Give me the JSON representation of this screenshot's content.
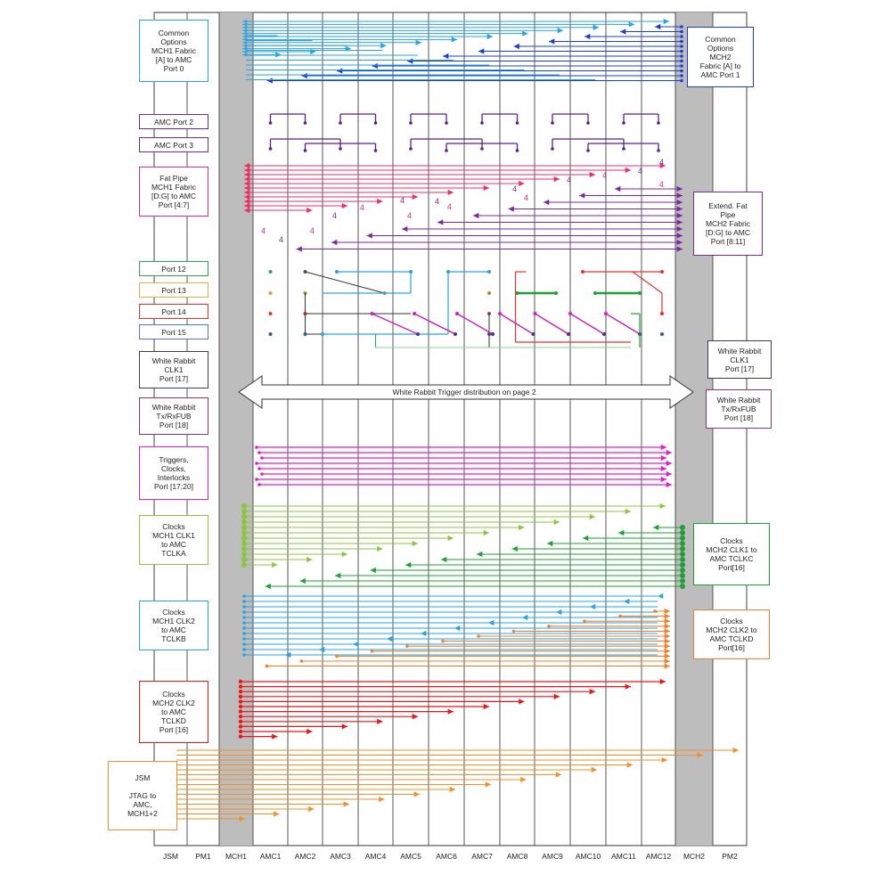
{
  "slots": [
    "JSM",
    "PM1",
    "MCH1",
    "AMC1",
    "AMC2",
    "AMC3",
    "AMC4",
    "AMC5",
    "AMC6",
    "AMC7",
    "AMC8",
    "AMC9",
    "AMC10",
    "AMC11",
    "AMC12",
    "MCH2",
    "PM2"
  ],
  "left_labels": {
    "common_options": "Common\nOptions\nMCH1 Fabric\n[A] to AMC\nPort 0",
    "amc_port_2": "AMC Port 2",
    "amc_port_3": "AMC Port 3",
    "fat_pipe": "Fat Pipe\nMCH1 Fabric\n[D:G] to AMC\nPort [4:7]",
    "port_12": "Port 12",
    "port_13": "Port 13",
    "port_14": "Port 14",
    "port_15": "Port 15",
    "wr_clk1": "White Rabbit\nCLK1\nPort [17]",
    "wr_txrx": "White Rabbit\nTx/RxFUB\nPort [18]",
    "triggers": "Triggers,\nClocks,\nInterlocks\nPort [17:20]",
    "clocks_tclka": "Clocks\nMCH1 CLK1\nto AMC\nTCLKA",
    "clocks_tclkb": "Clocks\nMCH1 CLK2\nto AMC\nTCLKB",
    "clocks_tclkd": "Clocks\nMCH2 CLK2\nto AMC\nTCLKD\nPort [16]",
    "jsm": "JSM\n\nJTAG to\nAMC,\nMCH1+2"
  },
  "right_labels": {
    "common_options": "Common\nOptions\nMCH2\nFabric [A] to\nAMC Port 1",
    "extend_fat_pipe": "Extend. Fat\nPipe\nMCH2 Fabric\n[D:G] to AMC\nPort [8:11]",
    "wr_clk1": "White Rabbit\nCLK1\nPort [17]",
    "wr_txrx": "White Rabbit\nTx/RxFUB\nPort [18]",
    "clocks_tclkc": "Clocks\nMCH2 CLK1 to\nAMC TCLKC\nPort[16]",
    "clocks_tclkd": "Clocks\nMCH2 CLK2 to\nAMC TCLKD\nPort[16]"
  },
  "wr_trigger_text": "White Rabbit Trigger distribution on page 2",
  "fat_pipe_mark": "4",
  "colors": {
    "common": "#2aa3e0",
    "common_mch2": "#1a3fd0",
    "port_2_3": "#5a1e8c",
    "fat_pipe": "#e8306a",
    "fat_pipe_mch2": "#7a2aa0",
    "port_12": "#2aa35a",
    "port_13": "#d8a030",
    "port_14": "#e83030",
    "port_15": "#2a5a9a",
    "wr": "#6a2a3a",
    "triggers": "#e020d0",
    "tclka": "#8cc63f",
    "tclkc": "#1ea034",
    "tclkb": "#2aa3e0",
    "tclkd_mch2": "#f08030",
    "tclkd_mch1": "#e81818",
    "jsm": "#f0902a",
    "mch_band": "#bdbdbd"
  }
}
